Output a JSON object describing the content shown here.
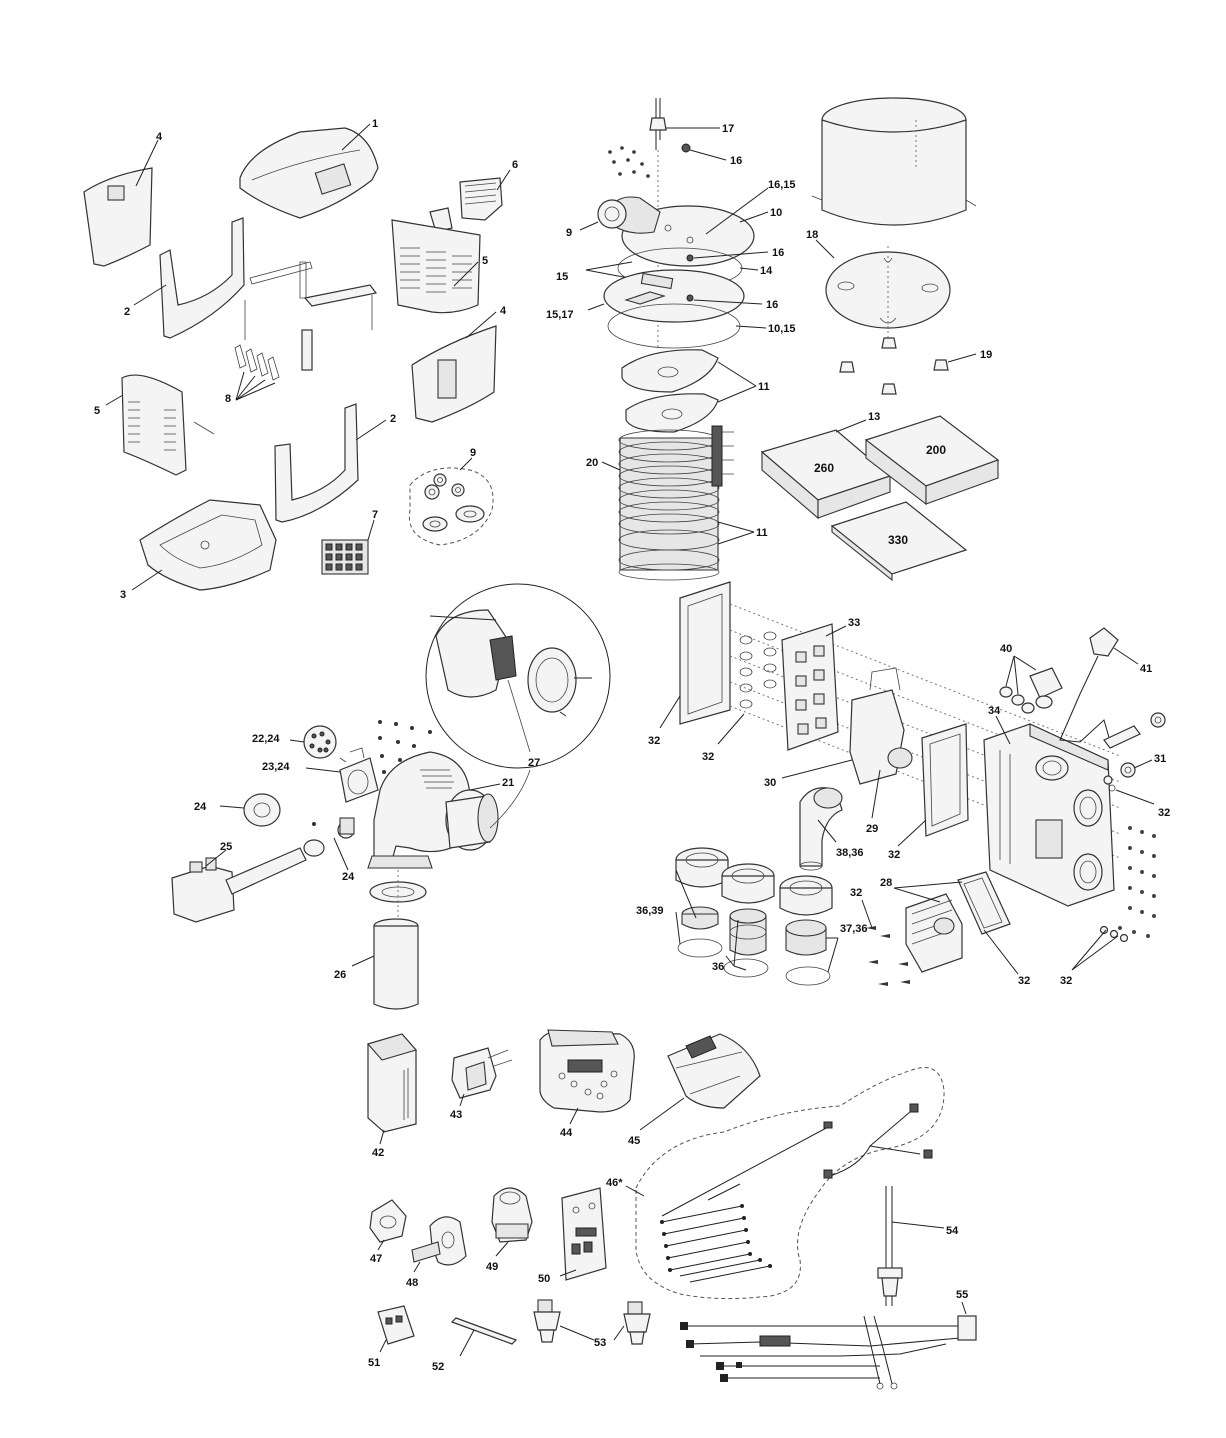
{
  "callouts": {
    "c1": "1",
    "c2a": "2",
    "c2b": "2",
    "c3": "3",
    "c4a": "4",
    "c4b": "4",
    "c5a": "5",
    "c5b": "5",
    "c6": "6",
    "c7": "7",
    "c8": "8",
    "c9a": "9",
    "c9b": "9",
    "c10": "10",
    "c10_15": "10,15",
    "c11a": "11",
    "c11b": "11",
    "c13": "13",
    "c14": "14",
    "c15": "15",
    "c15_17": "15,17",
    "c16a": "16",
    "c16b": "16",
    "c16c": "16",
    "c16_15": "16,15",
    "c17": "17",
    "c18": "18",
    "c19": "19",
    "c20": "20",
    "c21": "21",
    "c22_24": "22,24",
    "c23_24": "23,24",
    "c24a": "24",
    "c24b": "24",
    "c25": "25",
    "c26": "26",
    "c27": "27",
    "c28": "28",
    "c29": "29",
    "c30": "30",
    "c31": "31",
    "c32a": "32",
    "c32b": "32",
    "c32c": "32",
    "c32d": "32",
    "c32e": "32",
    "c32f": "32",
    "c32g": "32",
    "c33": "33",
    "c34": "34",
    "c36": "36",
    "c36_39": "36,39",
    "c37_36": "37,36",
    "c38_36": "38,36",
    "c40": "40",
    "c41": "41",
    "c42": "42",
    "c43": "43",
    "c44": "44",
    "c45": "45",
    "c46": "46*",
    "c47": "47",
    "c48": "48",
    "c49": "49",
    "c50": "50",
    "c51": "51",
    "c52": "52",
    "c53": "53",
    "c54": "54",
    "c55": "55"
  },
  "panel_labels": {
    "p260": "260",
    "p200": "200",
    "p330": "330"
  }
}
